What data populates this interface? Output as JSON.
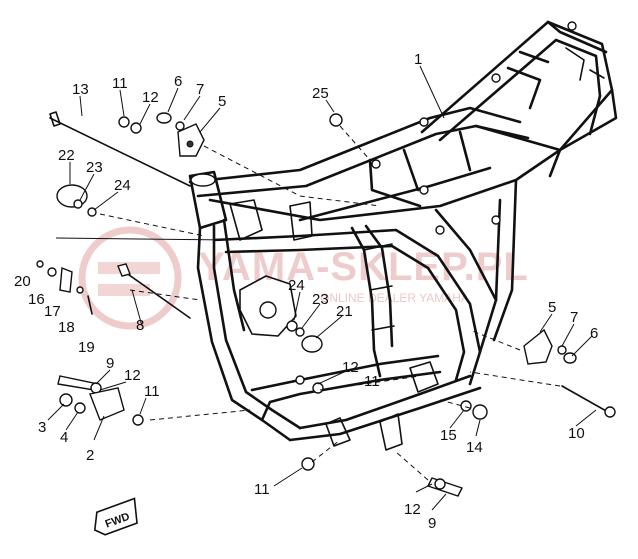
{
  "watermark": {
    "text": "YAMA-SKLEP.PL",
    "subtext": "ONLINE DEALER YAMAHA"
  },
  "fwd_label": "FWD",
  "callouts": [
    {
      "id": "c1",
      "text": "1"
    },
    {
      "id": "c13",
      "text": "13"
    },
    {
      "id": "c11a",
      "text": "11"
    },
    {
      "id": "c12a",
      "text": "12"
    },
    {
      "id": "c6a",
      "text": "6"
    },
    {
      "id": "c7a",
      "text": "7"
    },
    {
      "id": "c5a",
      "text": "5"
    },
    {
      "id": "c25",
      "text": "25"
    },
    {
      "id": "c22",
      "text": "22"
    },
    {
      "id": "c23a",
      "text": "23"
    },
    {
      "id": "c24a",
      "text": "24"
    },
    {
      "id": "c20",
      "text": "20"
    },
    {
      "id": "c16",
      "text": "16"
    },
    {
      "id": "c17",
      "text": "17"
    },
    {
      "id": "c18",
      "text": "18"
    },
    {
      "id": "c19",
      "text": "19"
    },
    {
      "id": "c8a",
      "text": "8"
    },
    {
      "id": "c24b",
      "text": "24"
    },
    {
      "id": "c23b",
      "text": "23"
    },
    {
      "id": "c21",
      "text": "21"
    },
    {
      "id": "c5b",
      "text": "5"
    },
    {
      "id": "c7b",
      "text": "7"
    },
    {
      "id": "c6b",
      "text": "6"
    },
    {
      "id": "c9a",
      "text": "9"
    },
    {
      "id": "c12b",
      "text": "12"
    },
    {
      "id": "c11b",
      "text": "11"
    },
    {
      "id": "c3",
      "text": "3"
    },
    {
      "id": "c4",
      "text": "4"
    },
    {
      "id": "c2",
      "text": "2"
    },
    {
      "id": "c12c",
      "text": "12"
    },
    {
      "id": "c11c",
      "text": "11"
    },
    {
      "id": "c15",
      "text": "15"
    },
    {
      "id": "c14",
      "text": "14"
    },
    {
      "id": "c10",
      "text": "10"
    },
    {
      "id": "c11d",
      "text": "11"
    },
    {
      "id": "c12d",
      "text": "12"
    },
    {
      "id": "c9b",
      "text": "9"
    }
  ]
}
